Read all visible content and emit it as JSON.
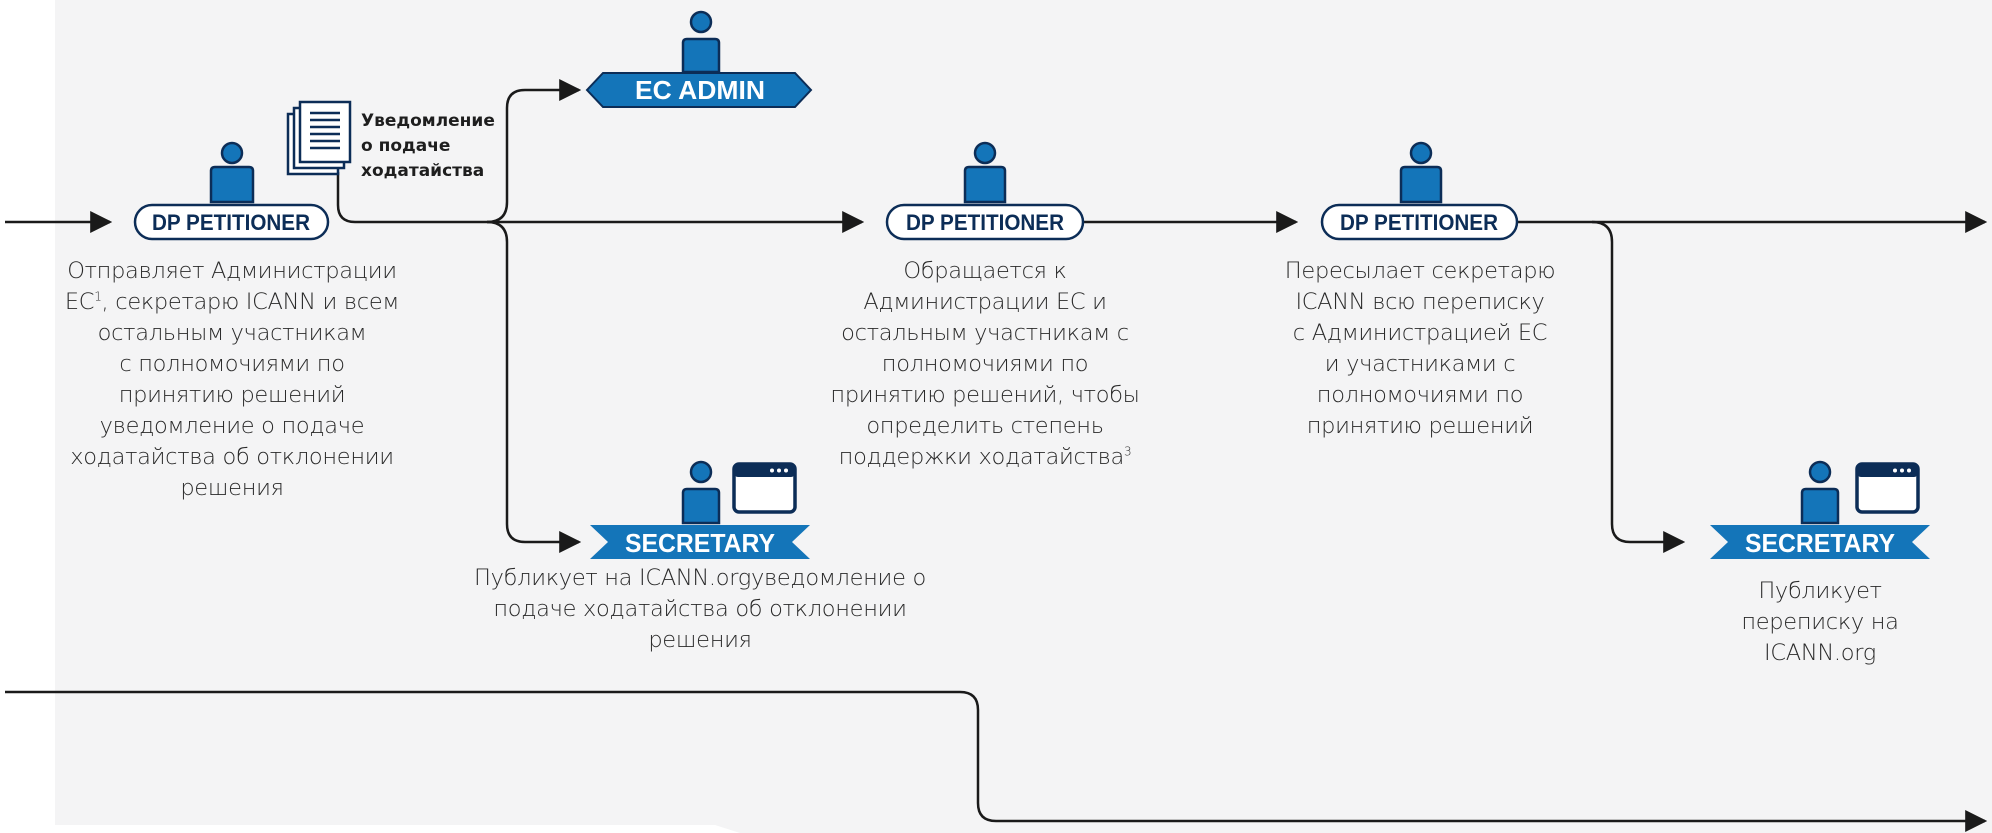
{
  "colors": {
    "navy": "#0c2d57",
    "blue": "#1475b9",
    "light_blue": "#2e98d8",
    "line": "#1a1a1a",
    "panel": "#f4f4f5"
  },
  "icons": {
    "person": "person-icon",
    "document": "document-stack-icon",
    "browser": "browser-window-icon",
    "arrowhead": "arrowhead-icon"
  },
  "nodes": {
    "petitioner_1": "DP PETITIONER",
    "petitioner_2": "DP PETITIONER",
    "petitioner_3": "DP PETITIONER",
    "ec_admin": "EC ADMIN",
    "secretary_1": "SECRETARY",
    "secretary_2": "SECRETARY"
  },
  "document_label": {
    "line1": "Уведомление",
    "line2": "о подаче",
    "line3": "ходатайства"
  },
  "descriptions": {
    "petitioner_1": {
      "line1": "Отправляет Администрации",
      "line2_a": "EC",
      "line2_sup": "1",
      "line2_b": ", секретарю ICANN и всем",
      "line3": "остальным участникам",
      "line4": "с полномочиями по",
      "line5": "принятию решений",
      "line6": "уведомление о подаче",
      "line7": "ходатайства об отклонении",
      "line8": "решения"
    },
    "petitioner_2": {
      "line1": "Обращается к",
      "line2": "Администрации EC и",
      "line3": "остальным участникам с",
      "line4": "полномочиями по",
      "line5": "принятию решений, чтобы",
      "line6": "определить степень",
      "line7": "поддержки ходатайства",
      "line7_sup": "3"
    },
    "petitioner_3": {
      "line1": "Пересылает секретарю",
      "line2": "ICANN всю переписку",
      "line3": "с Администрацией EC",
      "line4": "и участниками с",
      "line5": "полномочиями по",
      "line6": "принятию решений"
    },
    "secretary_1": {
      "line1": "Публикует на ICANN.orgуведомление о",
      "line2": "подаче ходатайства об отклонении",
      "line3": "решения"
    },
    "secretary_2": {
      "line1": "Публикует",
      "line2": "переписку на",
      "line3": "ICANN.org"
    }
  }
}
